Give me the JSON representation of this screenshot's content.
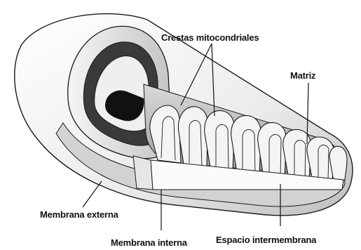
{
  "diagram": {
    "labels": {
      "crestas": "Crestas mitocondriales",
      "matriz": "Matriz",
      "membrana_externa": "Membrana externa",
      "membrana_interna": "Membrana interna",
      "espacio": "Espacio intermembrana"
    },
    "colors": {
      "outline": "#1a1a1a",
      "shade_light": "#f3f3f3",
      "shade_mid": "#cfcfcf",
      "shade_dark": "#8a8a8a",
      "text": "#111111"
    }
  }
}
